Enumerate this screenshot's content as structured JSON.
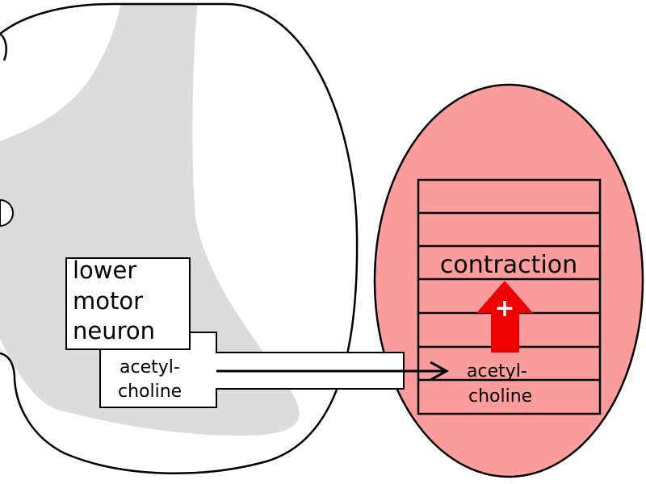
{
  "neuron": {
    "label_line1": "lower",
    "label_line2": "motor",
    "label_line3": "neuron",
    "transmitter_line1": "acetyl-",
    "transmitter_line2": "choline"
  },
  "muscle": {
    "effect_label": "contraction",
    "effect_sign": "+",
    "transmitter_line1": "acetyl-",
    "transmitter_line2": "choline"
  },
  "colors": {
    "muscle_fill": "#fc9c9c",
    "arrow_red": "#ee0000",
    "gray_matter": "#dcdcdc",
    "outline": "#000000"
  },
  "icons": {
    "signal_arrow": "arrow-right-icon",
    "effect_arrow": "arrow-up-icon"
  }
}
